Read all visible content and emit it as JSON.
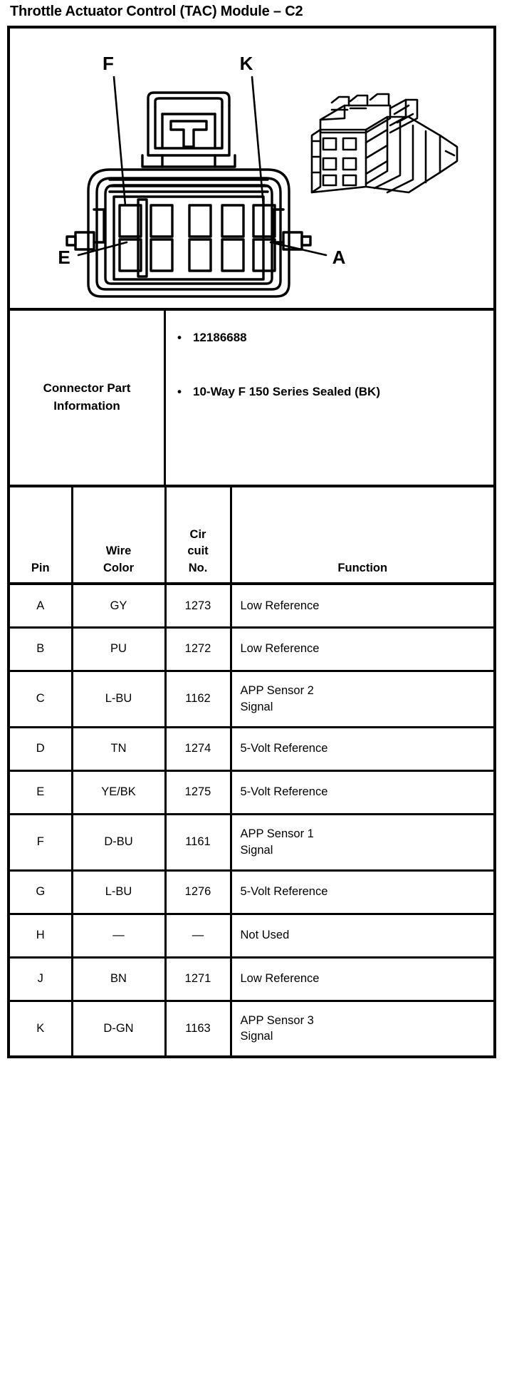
{
  "document": {
    "title": "Throttle Actuator Control (TAC) Module – C2"
  },
  "illustration": {
    "callouts": [
      {
        "label": "F",
        "position": "upper-left"
      },
      {
        "label": "K",
        "position": "upper-right"
      },
      {
        "label": "E",
        "position": "lower-left"
      },
      {
        "label": "A",
        "position": "lower-right"
      }
    ],
    "face_view_name": "connector-face-view",
    "inset_view_name": "connector-isometric-inset",
    "cavity_rows": 2,
    "cavity_columns": 5,
    "cavity_count": 10
  },
  "connector_part_information": {
    "label": "Connector Part Information",
    "bullets": [
      "12186688",
      "10-Way F 150 Series Sealed (BK)"
    ],
    "bullet_glyph": "•"
  },
  "pin_table": {
    "headers": {
      "pin": "Pin",
      "wire_color_line1": "Wire",
      "wire_color_line2": "Color",
      "circuit_line1": "Cir",
      "circuit_line2": "cuit",
      "circuit_line3": "No.",
      "function": "Function"
    },
    "rows": [
      {
        "pin": "A",
        "wire_color": "GY",
        "circuit_no": "1273",
        "function": "Low Reference"
      },
      {
        "pin": "B",
        "wire_color": "PU",
        "circuit_no": "1272",
        "function": "Low Reference"
      },
      {
        "pin": "C",
        "wire_color": "L-BU",
        "circuit_no": "1162",
        "function": "APP Sensor 2 Signal"
      },
      {
        "pin": "D",
        "wire_color": "TN",
        "circuit_no": "1274",
        "function": "5-Volt Reference"
      },
      {
        "pin": "E",
        "wire_color": "YE/BK",
        "circuit_no": "1275",
        "function": "5-Volt Reference"
      },
      {
        "pin": "F",
        "wire_color": "D-BU",
        "circuit_no": "1161",
        "function": "APP Sensor 1 Signal"
      },
      {
        "pin": "G",
        "wire_color": "L-BU",
        "circuit_no": "1276",
        "function": "5-Volt Reference"
      },
      {
        "pin": "H",
        "wire_color": "—",
        "circuit_no": "—",
        "function": "Not Used"
      },
      {
        "pin": "J",
        "wire_color": "BN",
        "circuit_no": "1271",
        "function": "Low Reference"
      },
      {
        "pin": "K",
        "wire_color": "D-GN",
        "circuit_no": "1163",
        "function": "APP Sensor 3 Signal"
      }
    ]
  },
  "colors": {
    "ink": "#000000",
    "paper": "#ffffff"
  }
}
